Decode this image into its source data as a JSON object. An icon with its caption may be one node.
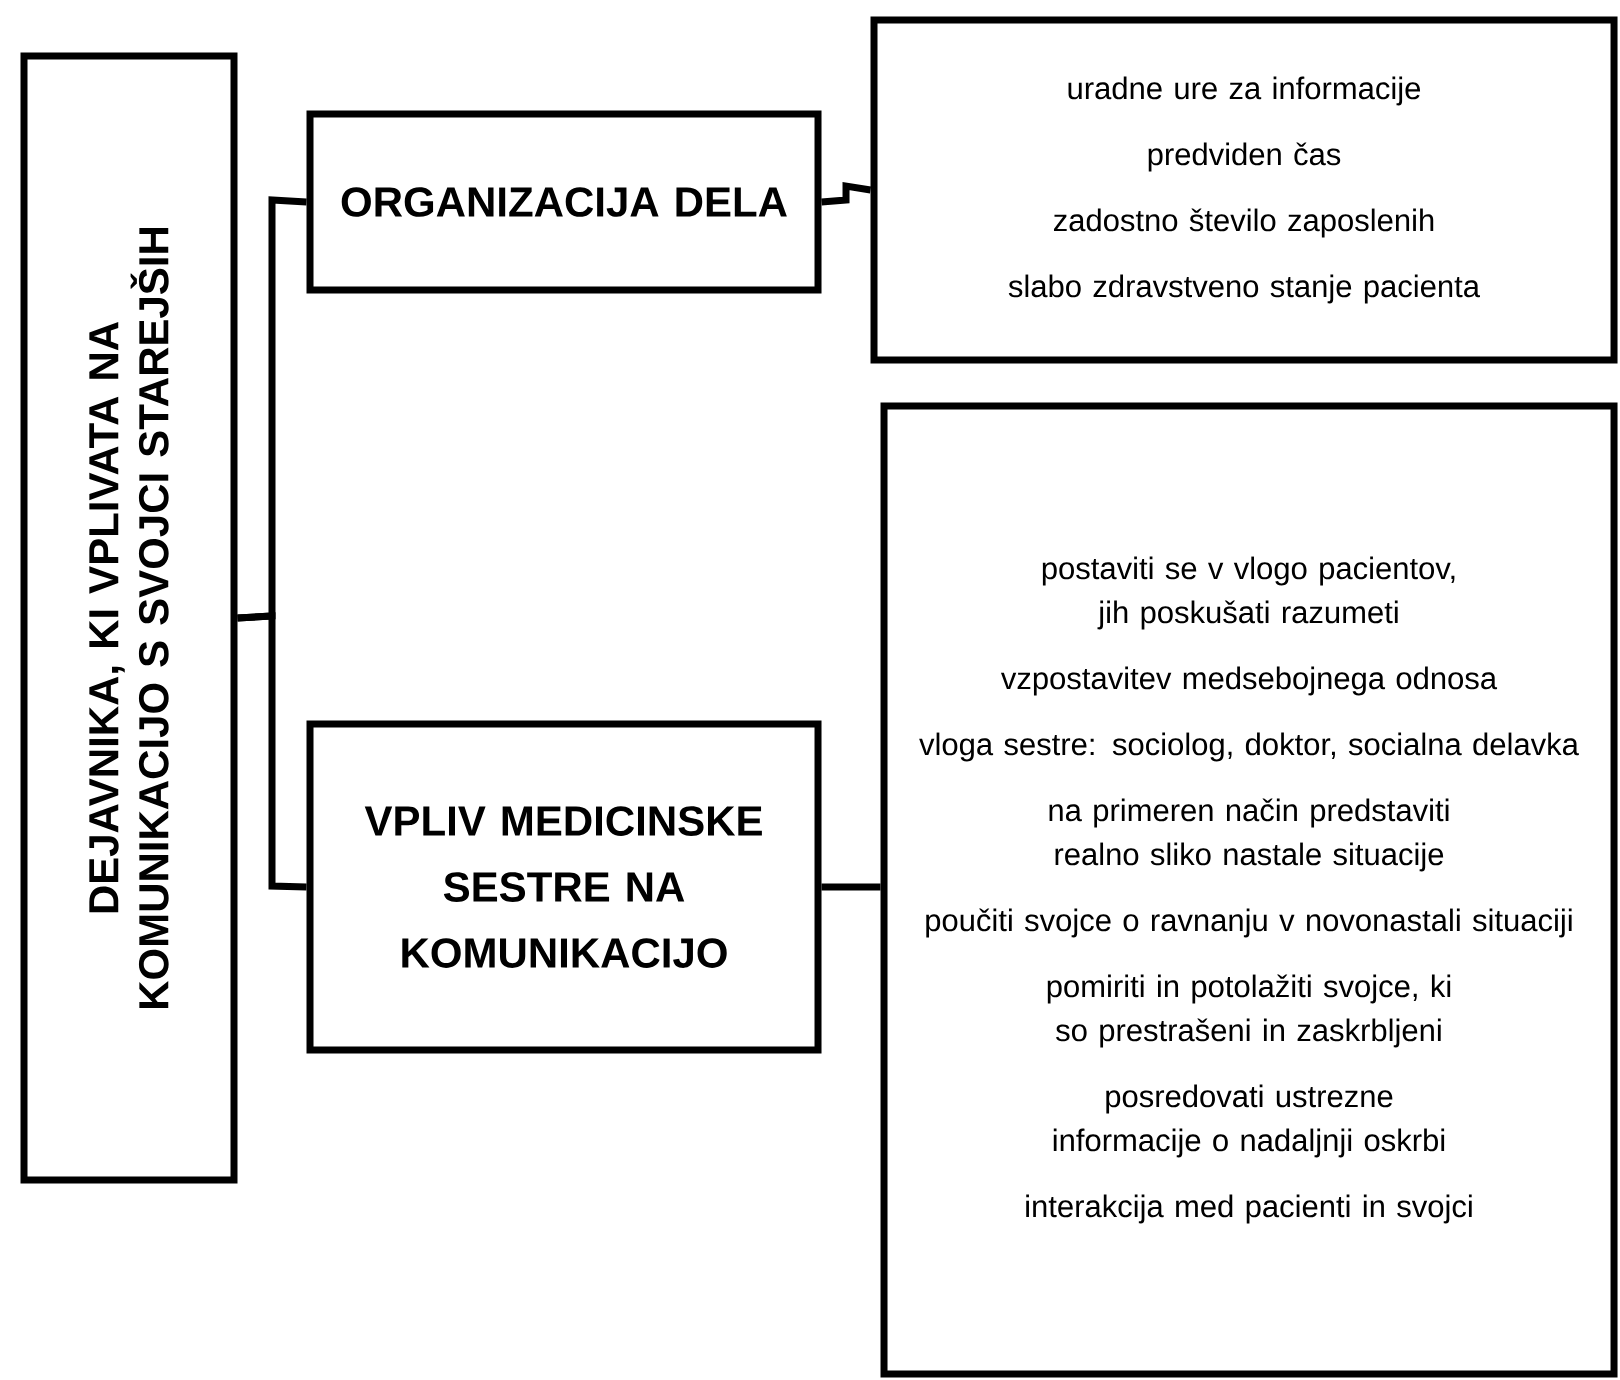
{
  "diagram": {
    "nodes": [
      {
        "text": [
          "DEJAVNIKA, KI VPLIVATA NA KOMUNIKACIJO S SVOJCI STAREJŠIH"
        ]
      },
      {
        "text": [
          "ORGANIZACIJA DELA"
        ]
      },
      {
        "text": [
          "VPLIV MEDICINSKE SESTRE NA KOMUNIKACIJO"
        ]
      },
      {
        "text": [
          "uradne ure za informacije",
          "predviden čas",
          "zadostno število zaposlenih",
          "slabo zdravstveno stanje pacienta"
        ]
      },
      {
        "text": [
          "postaviti se v vlogo pacientov, jih poskušati razumeti",
          "vzpostavitev medsebojnega odnosa",
          "vloga sestre: sociolog, doktor, socialna delavka",
          "na primeren način predstaviti realno sliko nastale situacije",
          "poučiti svojce o ravnanju v novonastali situaciji",
          "pomiriti in potolažiti svojce, ki so prestrašeni in zaskrbljeni",
          "posredovati ustrezne informacije o nadaljnji oskrbi",
          "interakcija med pacienti in svojci"
        ]
      }
    ],
    "edges": [
      {
        "from": 0,
        "to": 1,
        "arrow": "none"
      },
      {
        "from": 0,
        "to": 2,
        "arrow": "none"
      },
      {
        "from": 1,
        "to": 3,
        "arrow": "none"
      },
      {
        "from": 2,
        "to": 4,
        "arrow": "none"
      }
    ]
  }
}
